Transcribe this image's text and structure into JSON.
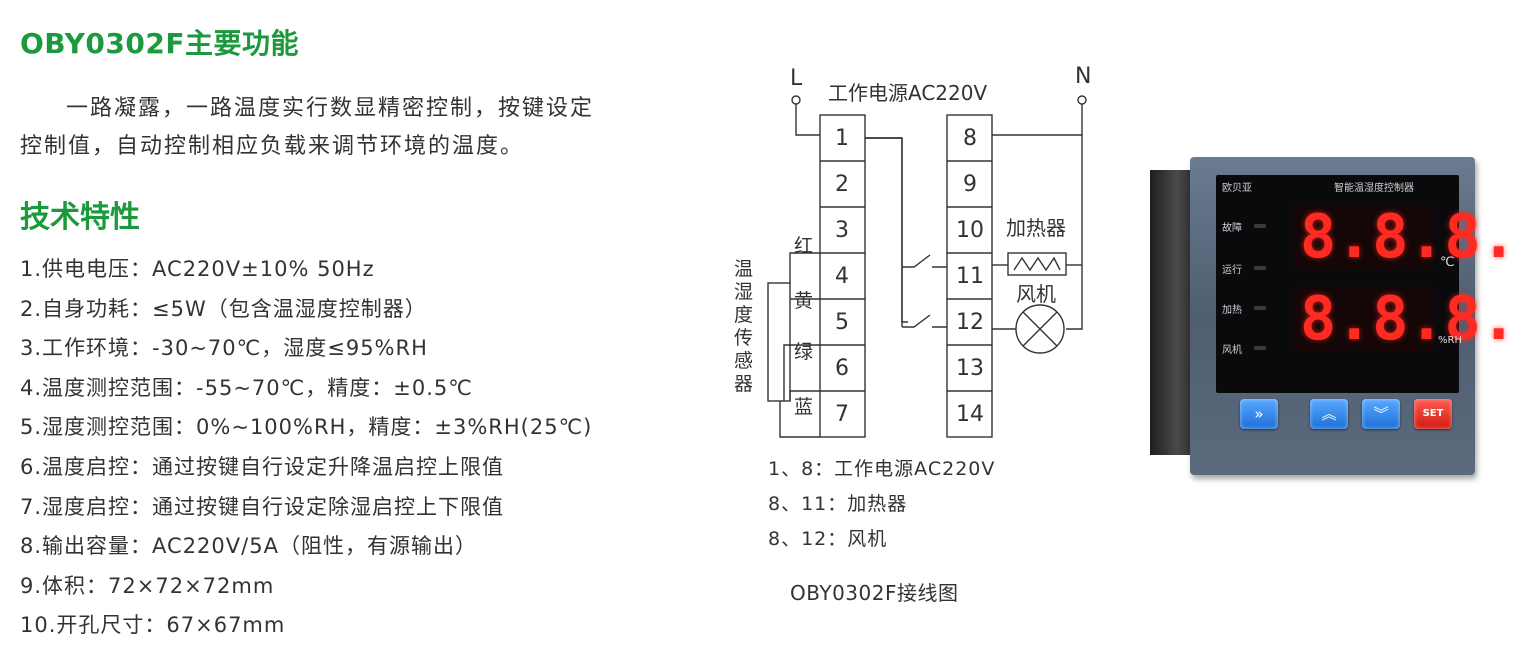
{
  "section1": {
    "title": "OBY0302F主要功能",
    "intro_line1": "一路凝露，一路温度实行数显精密控制，按键设定",
    "intro_line2": "控制值，自动控制相应负载来调节环境的温度。"
  },
  "section2": {
    "title": "技术特性",
    "specs": [
      "1.供电电压：AC220V±10% 50Hz",
      "2.自身功耗：≤5W（包含温湿度控制器）",
      "3.工作环境：-30~70℃，湿度≤95%RH",
      "4.温度测控范围：-55~70℃，精度：±0.5℃",
      "5.湿度测控范围：0%~100%RH，精度：±3%RH(25℃)",
      "6.温度启控：通过按键自行设定升降温启控上限值",
      "7.湿度启控：通过按键自行设定除湿启控上下限值",
      "8.输出容量：AC220V/5A（阻性，有源输出）",
      "9.体积：72×72×72mm",
      "10.开孔尺寸：67×67mm"
    ]
  },
  "diagram": {
    "label_L": "L",
    "label_N": "N",
    "power": "工作电源AC220V",
    "left_terminals": [
      "1",
      "2",
      "3",
      "4",
      "5",
      "6",
      "7"
    ],
    "right_terminals": [
      "8",
      "9",
      "10",
      "11",
      "12",
      "13",
      "14"
    ],
    "wire_colors": [
      "红",
      "黄",
      "绿",
      "蓝"
    ],
    "sensor": [
      "温",
      "湿",
      "度",
      "传",
      "感",
      "器"
    ],
    "heater": "加热器",
    "fan": "风机",
    "legend": [
      "1、8：工作电源AC220V",
      "8、11：加热器",
      "8、12：风机"
    ],
    "caption": "OBY0302F接线图"
  },
  "device": {
    "brand": "欧贝亚",
    "model_name": "智能温湿度控制器",
    "indicators": [
      "故障",
      "运行",
      "加热",
      "风机"
    ],
    "display_top": "8.8.8.",
    "display_bottom": "8.8.8.",
    "unit_top": "℃",
    "unit_bottom": "%RH",
    "buttons": [
      "»",
      "︽",
      "︾",
      "SET"
    ],
    "colors": {
      "display": "#ff2a22",
      "button_blue": "#2d86f0",
      "button_red": "#e0241b",
      "title_green": "#1a9a3c"
    }
  }
}
